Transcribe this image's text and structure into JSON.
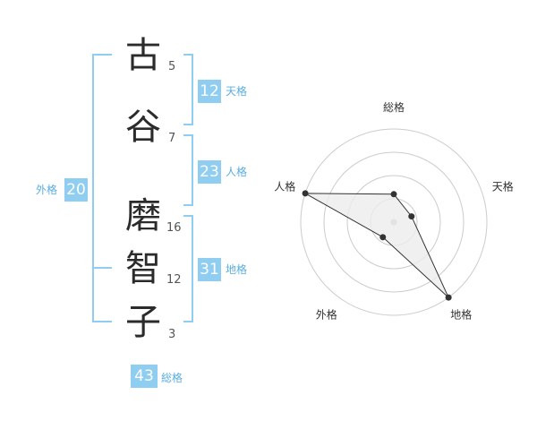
{
  "name": {
    "characters": [
      {
        "char": "古",
        "strokes": "5"
      },
      {
        "char": "谷",
        "strokes": "7"
      },
      {
        "char": "磨",
        "strokes": "16"
      },
      {
        "char": "智",
        "strokes": "12"
      },
      {
        "char": "子",
        "strokes": "3"
      }
    ]
  },
  "grids": {
    "tenkaku": {
      "value": "12",
      "label": "天格"
    },
    "jinkaku": {
      "value": "23",
      "label": "人格"
    },
    "chikaku": {
      "value": "31",
      "label": "地格"
    },
    "gaikaku": {
      "value": "20",
      "label": "外格"
    },
    "soukaku": {
      "value": "43",
      "label": "総格"
    }
  },
  "chart_data": {
    "type": "radar",
    "axes": [
      "総格",
      "天格",
      "地格",
      "外格",
      "人格"
    ],
    "values": [
      0.3,
      0.2,
      1.0,
      0.2,
      1.0
    ],
    "max": 1.0,
    "rings": 4,
    "colors": {
      "fill": "#ececec",
      "line": "#333333",
      "grid": "#cccccc",
      "center": "#bbbbbb"
    }
  }
}
